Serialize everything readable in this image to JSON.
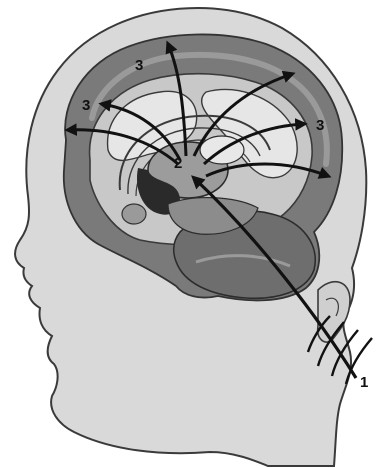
{
  "labels": {
    "sound_source": "1",
    "relay_center": "2",
    "cortex_top_left": "3",
    "cortex_top_center": "3",
    "cortex_right": "3"
  },
  "colors": {
    "head_fill": "#d9d9d9",
    "head_outline": "#3a3a3a",
    "cortex_dark": "#7a7a7a",
    "cortex_mid": "#9c9c9c",
    "inner_brain": "#c8c8c8",
    "white_matter": "#e6e6e6",
    "arrow": "#111111"
  }
}
